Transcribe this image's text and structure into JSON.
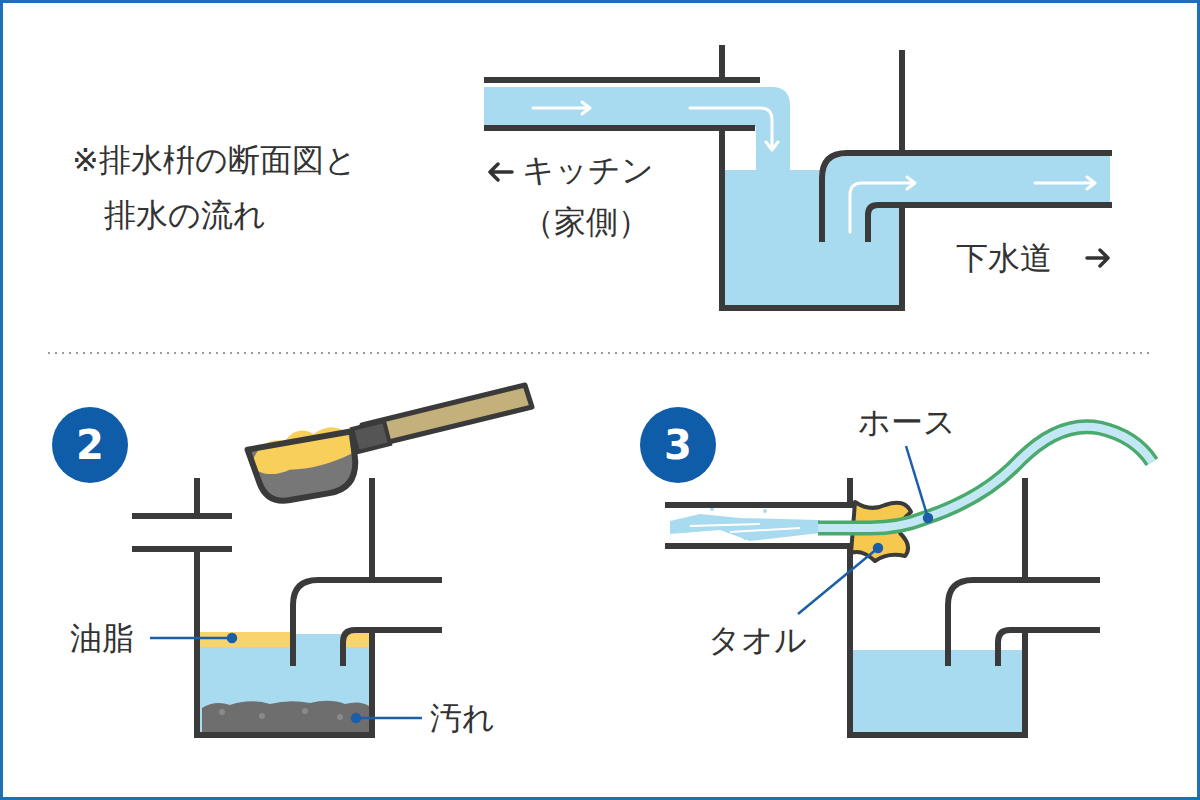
{
  "diagram": {
    "nodes": [
      {
        "text": [
          "2"
        ]
      },
      {
        "text": [
          "3"
        ]
      }
    ],
    "labels": [
      "※排水枡の断面図と 排水の流れ",
      "キッチン （家側）",
      "下水道",
      "油脂",
      "汚れ",
      "ホース",
      "タオル"
    ]
  }
}
